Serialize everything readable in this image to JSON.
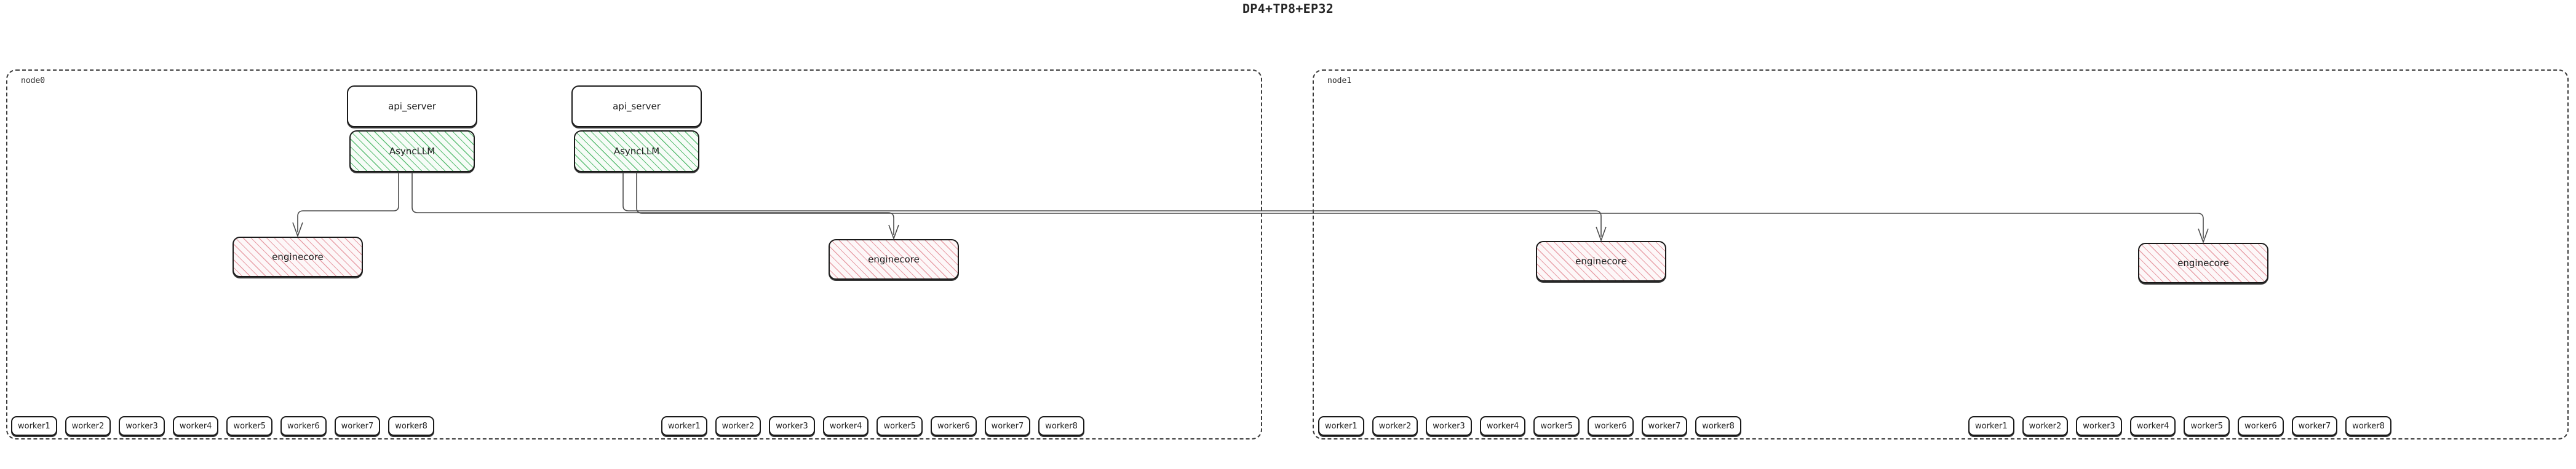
{
  "title": "DP4+TP8+EP32",
  "palette": {
    "background": "#ffffff",
    "box_border": "#1a1a1a",
    "cluster_border": "#3b3b3b",
    "asyncllm_hatch": "#5fbf77",
    "enginecore_hatch": "#e8a0a8",
    "edge": "#4a4a4a",
    "text": "#1f1f1f"
  },
  "nodes": [
    {
      "id": "node0",
      "label": "node0",
      "api_servers": [
        {
          "api_label": "api_server",
          "async_label": "AsyncLLM"
        },
        {
          "api_label": "api_server",
          "async_label": "AsyncLLM"
        }
      ],
      "enginecores": [
        {
          "label": "enginecore"
        },
        {
          "label": "enginecore"
        }
      ],
      "worker_groups": [
        {
          "workers": [
            "worker1",
            "worker2",
            "worker3",
            "worker4",
            "worker5",
            "worker6",
            "worker7",
            "worker8"
          ]
        },
        {
          "workers": [
            "worker1",
            "worker2",
            "worker3",
            "worker4",
            "worker5",
            "worker6",
            "worker7",
            "worker8"
          ]
        }
      ]
    },
    {
      "id": "node1",
      "label": "node1",
      "api_servers": [],
      "enginecores": [
        {
          "label": "enginecore"
        },
        {
          "label": "enginecore"
        }
      ],
      "worker_groups": [
        {
          "workers": [
            "worker1",
            "worker2",
            "worker3",
            "worker4",
            "worker5",
            "worker6",
            "worker7",
            "worker8"
          ]
        },
        {
          "workers": [
            "worker1",
            "worker2",
            "worker3",
            "worker4",
            "worker5",
            "worker6",
            "worker7",
            "worker8"
          ]
        }
      ]
    }
  ]
}
